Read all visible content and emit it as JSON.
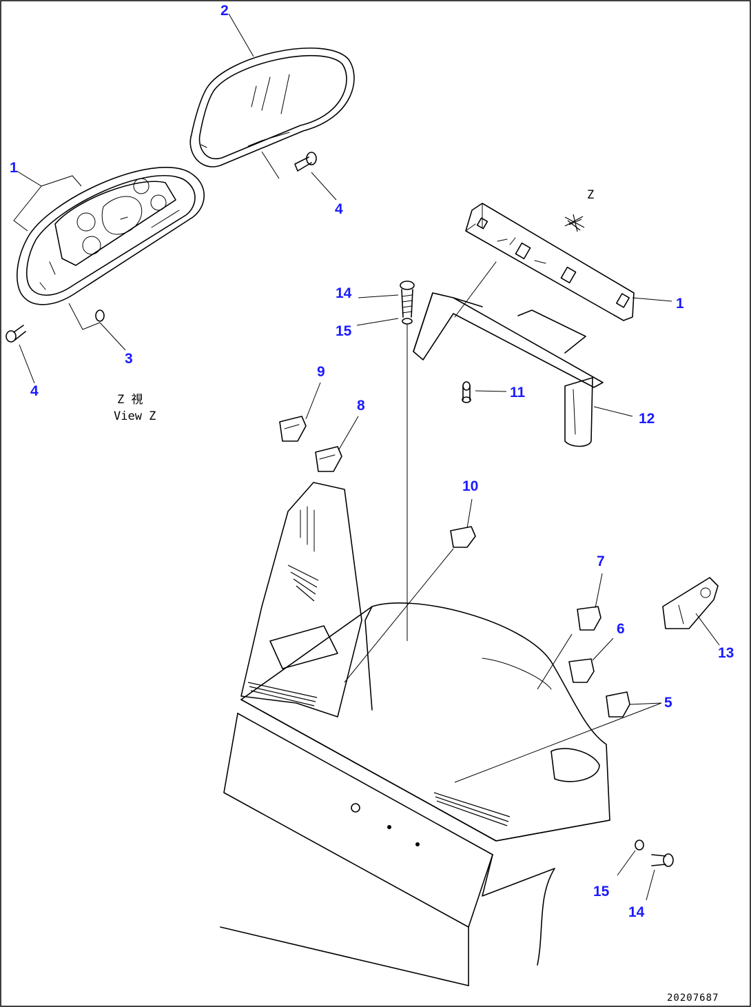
{
  "callouts": [
    {
      "id": "c1a",
      "label": "1"
    },
    {
      "id": "c2",
      "label": "2"
    },
    {
      "id": "c4a",
      "label": "4"
    },
    {
      "id": "c3",
      "label": "3"
    },
    {
      "id": "c4b",
      "label": "4"
    },
    {
      "id": "c14a",
      "label": "14"
    },
    {
      "id": "c15a",
      "label": "15"
    },
    {
      "id": "c1b",
      "label": "1"
    },
    {
      "id": "c11",
      "label": "11"
    },
    {
      "id": "c12",
      "label": "12"
    },
    {
      "id": "c9",
      "label": "9"
    },
    {
      "id": "c8",
      "label": "8"
    },
    {
      "id": "c10",
      "label": "10"
    },
    {
      "id": "c7",
      "label": "7"
    },
    {
      "id": "c6",
      "label": "6"
    },
    {
      "id": "c13",
      "label": "13"
    },
    {
      "id": "c5",
      "label": "5"
    },
    {
      "id": "c15b",
      "label": "15"
    },
    {
      "id": "c14b",
      "label": "14"
    }
  ],
  "view_marker": "Z",
  "view_note": {
    "line1": "Z 視",
    "line2": "View Z"
  },
  "doc_id": "20207687"
}
